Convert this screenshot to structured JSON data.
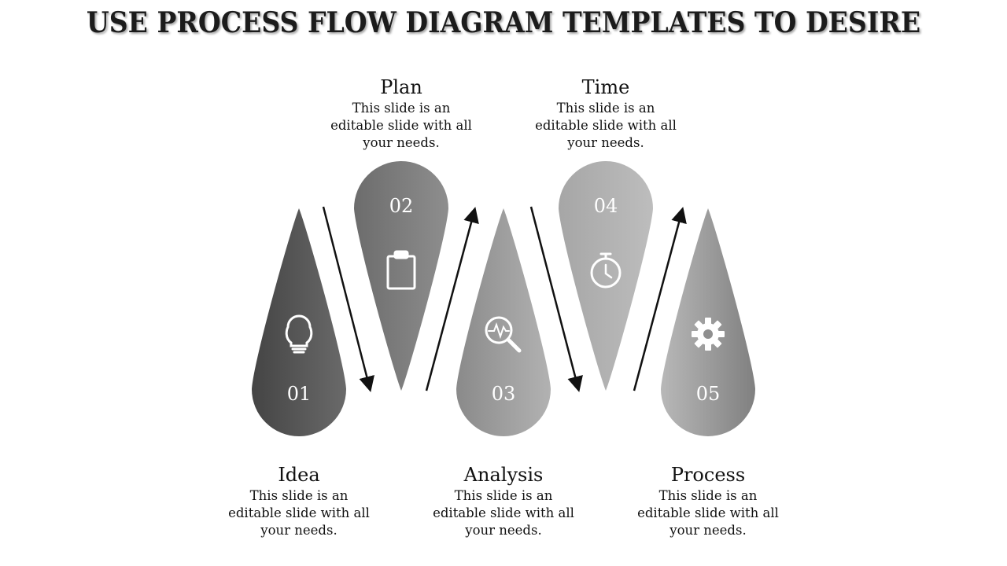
{
  "title": "USE PROCESS FLOW DIAGRAM TEMPLATES TO DESIRE",
  "steps": [
    {
      "number": "01",
      "heading": "Idea",
      "text": "This slide is an editable slide with all your needs.",
      "icon": "lightbulb-icon",
      "color": "#5a5a5a"
    },
    {
      "number": "02",
      "heading": "Plan",
      "text": "This slide is an editable slide with all your needs.",
      "icon": "clipboard-icon",
      "color": "#7a7a7a"
    },
    {
      "number": "03",
      "heading": "Analysis",
      "text": "This slide is an editable slide with all your needs.",
      "icon": "magnifier-pulse-icon",
      "color": "#9a9a9a"
    },
    {
      "number": "04",
      "heading": "Time",
      "text": "This slide is an editable slide with all your needs.",
      "icon": "stopwatch-icon",
      "color": "#b0b0b0"
    },
    {
      "number": "05",
      "heading": "Process",
      "text": "This slide is an editable slide with all your needs.",
      "icon": "gear-icon",
      "color": "#9a9a9a"
    }
  ]
}
